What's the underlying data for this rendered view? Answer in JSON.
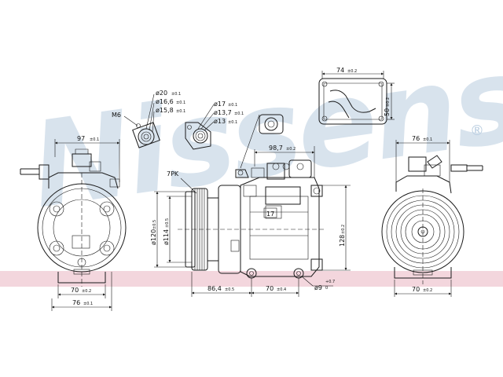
{
  "watermark": {
    "text": "Nissens",
    "registered": "®",
    "color": "#b9cde0",
    "band_color": "#f3d6dd"
  },
  "labels": {
    "thread": "M6",
    "pk": "7PK",
    "box17": "17",
    "hole": "ø9",
    "hole_tol_upper": "+0.7",
    "hole_tol_lower": "0"
  },
  "dims": {
    "d20": {
      "v": "ø20",
      "t": "±0.1"
    },
    "d16_6": {
      "v": "ø16,6",
      "t": "±0.1"
    },
    "d15_8": {
      "v": "ø15,8",
      "t": "±0.1"
    },
    "d17": {
      "v": "ø17",
      "t": "±0.1"
    },
    "d13_7": {
      "v": "ø13,7",
      "t": "±0.1"
    },
    "d13": {
      "v": "ø13",
      "t": "±0.1"
    },
    "w74": {
      "v": "74",
      "t": "±0.2"
    },
    "h50": {
      "v": "50",
      "t": "±0.2"
    },
    "w97": {
      "v": "97",
      "t": "±0.1"
    },
    "w98_7": {
      "v": "98,7",
      "t": "±0.2"
    },
    "w76_top": {
      "v": "76",
      "t": "±0.1"
    },
    "d120": {
      "v": "ø120",
      "t": "±0.5"
    },
    "d114": {
      "v": "ø114",
      "t": "±0.5"
    },
    "h128": {
      "v": "128",
      "t": "±0.2"
    },
    "w70_left": {
      "v": "70",
      "t": "±0.2"
    },
    "w76_left": {
      "v": "76",
      "t": "±0.1"
    },
    "w86_4": {
      "v": "86,4",
      "t": "±0.5"
    },
    "w70_mid": {
      "v": "70",
      "t": "±0.4"
    },
    "w70_right": {
      "v": "70",
      "t": "±0.2"
    }
  }
}
